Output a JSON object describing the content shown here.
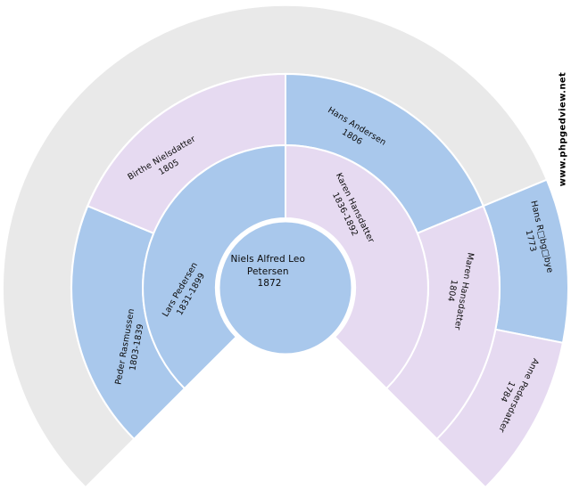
{
  "watermark": "www.phpgedview.net",
  "colors": {
    "male_fill": "#a9c8ec",
    "female_fill": "#e6daf1",
    "empty_fill": "#e9e9e9",
    "divider": "#ffffff",
    "text": "#000000",
    "background": "#ffffff"
  },
  "fan_chart": {
    "type": "ancestor-fan",
    "center_person": {
      "name_line1": "Niels Alfred Leo",
      "name_line2": "Petersen",
      "dates": "1872"
    },
    "generation1": {
      "father": {
        "name": "Lars Pedersen",
        "dates": "1831-1899"
      },
      "mother": {
        "name": "Karen Hansdatter",
        "dates": "1836-1892"
      }
    },
    "generation2": {
      "paternal_grandfather": {
        "name": "Peder Rasmussen",
        "dates": "1803-1839"
      },
      "paternal_grandmother": {
        "name": "Birthe Nielsdatter",
        "dates": "1805"
      },
      "maternal_grandfather": {
        "name": "Hans Andersen",
        "dates": "1806"
      },
      "maternal_grandmother": {
        "name": "Maren Hansdatter",
        "dates": "1804"
      }
    },
    "generation3": {
      "maternal_great_grandfather": {
        "name": "Hans R□bg□bye",
        "dates": "1773"
      },
      "maternal_great_grandmother": {
        "name": "Anne Pedersdatter",
        "dates": "1784"
      }
    }
  }
}
